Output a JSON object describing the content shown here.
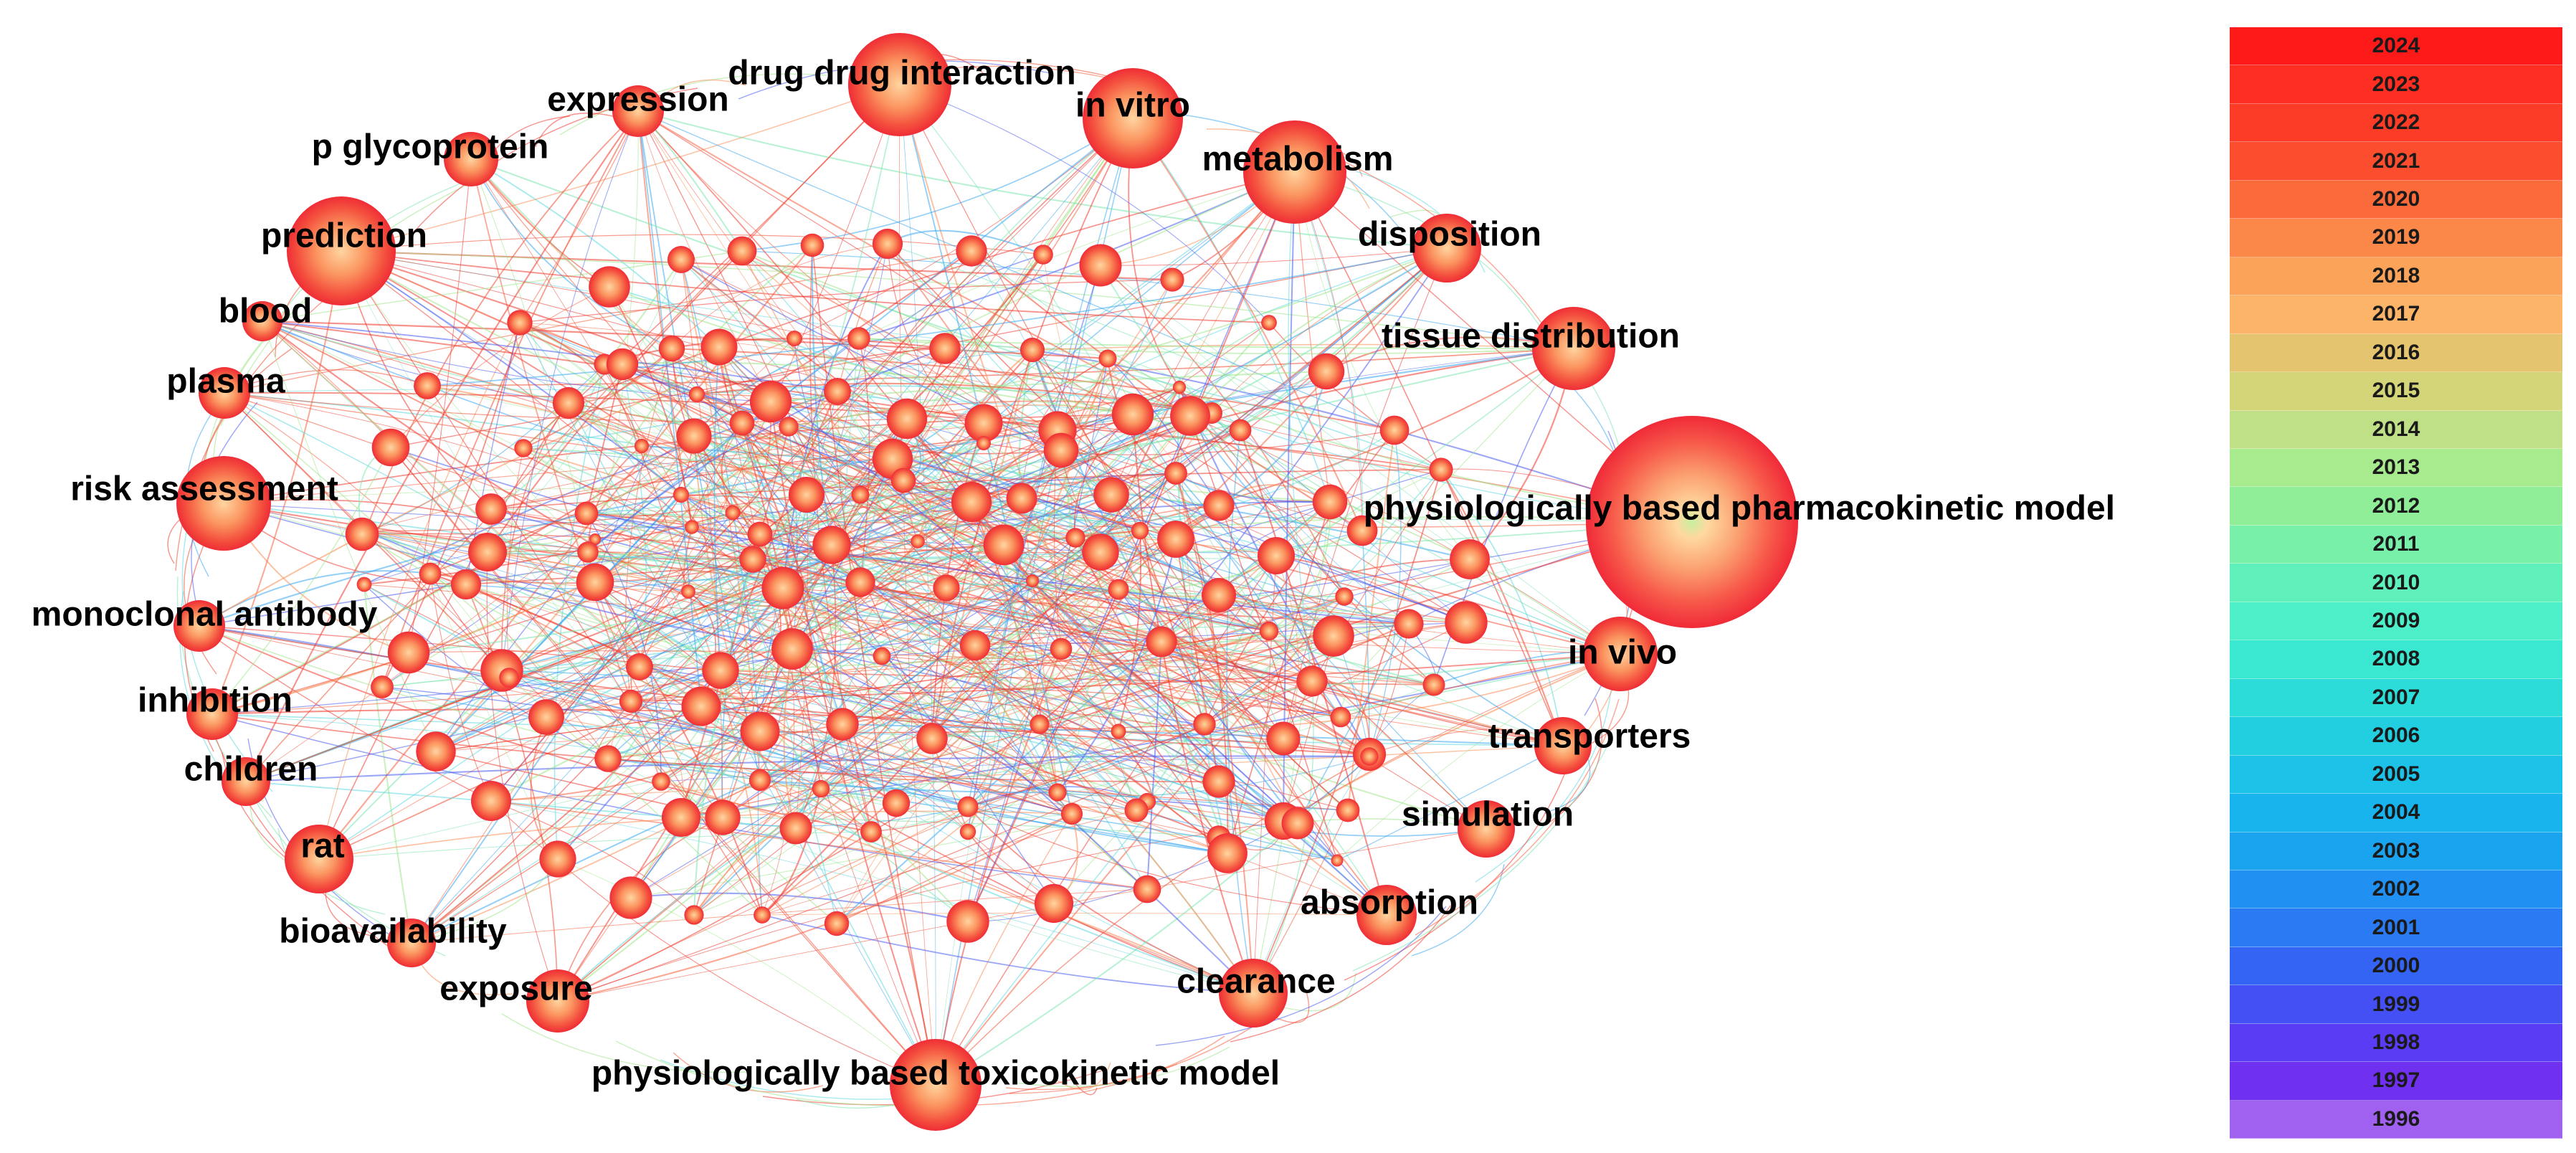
{
  "network": {
    "labeled_nodes": [
      {
        "id": "pbpk",
        "label": "physiologically based pharmacokinetic model",
        "weight": 1.0
      },
      {
        "id": "pbtk",
        "label": "physiologically based toxicokinetic model",
        "weight": 0.38
      },
      {
        "id": "ddi",
        "label": "drug drug interaction",
        "weight": 0.5
      },
      {
        "id": "invitro",
        "label": "in vitro",
        "weight": 0.46
      },
      {
        "id": "metabolism",
        "label": "metabolism",
        "weight": 0.46
      },
      {
        "id": "prediction",
        "label": "prediction",
        "weight": 0.46
      },
      {
        "id": "risk",
        "label": "risk assessment",
        "weight": 0.42
      },
      {
        "id": "tissue",
        "label": "tissue distribution",
        "weight": 0.36
      },
      {
        "id": "invivo",
        "label": "in vivo",
        "weight": 0.34
      },
      {
        "id": "clearance",
        "label": "clearance",
        "weight": 0.32
      },
      {
        "id": "disposition",
        "label": "disposition",
        "weight": 0.3
      },
      {
        "id": "rat",
        "label": "rat",
        "weight": 0.32
      },
      {
        "id": "exposure",
        "label": "exposure",
        "weight": 0.3
      },
      {
        "id": "absorption",
        "label": "absorption",
        "weight": 0.28
      },
      {
        "id": "simulation",
        "label": "simulation",
        "weight": 0.28
      },
      {
        "id": "transporters",
        "label": "transporters",
        "weight": 0.26
      },
      {
        "id": "expression",
        "label": "expression",
        "weight": 0.24
      },
      {
        "id": "pgp",
        "label": "p glycoprotein",
        "weight": 0.26
      },
      {
        "id": "monoclonal",
        "label": "monoclonal antibody",
        "weight": 0.24
      },
      {
        "id": "inhibition",
        "label": "inhibition",
        "weight": 0.24
      },
      {
        "id": "children",
        "label": "children",
        "weight": 0.22
      },
      {
        "id": "bioavailability",
        "label": "bioavailability",
        "weight": 0.24
      },
      {
        "id": "plasma",
        "label": "plasma",
        "weight": 0.22
      },
      {
        "id": "blood",
        "label": "blood",
        "weight": 0.2
      }
    ]
  },
  "legend": {
    "years": [
      "2024",
      "2023",
      "2022",
      "2021",
      "2020",
      "2019",
      "2018",
      "2017",
      "2016",
      "2015",
      "2014",
      "2013",
      "2012",
      "2011",
      "2010",
      "2009",
      "2008",
      "2007",
      "2006",
      "2005",
      "2004",
      "2003",
      "2002",
      "2001",
      "2000",
      "1999",
      "1998",
      "1997",
      "1996"
    ],
    "colors": [
      "#ff1a1a",
      "#fe2e22",
      "#fd3c28",
      "#fc4d2e",
      "#fb6a3b",
      "#fb8848",
      "#fca35a",
      "#fcb468",
      "#e4c46e",
      "#d4d478",
      "#bfe086",
      "#a8ea8e",
      "#90ee98",
      "#78f0aa",
      "#60f0bc",
      "#4cefc8",
      "#3ae8d2",
      "#2cdcd8",
      "#22cfe0",
      "#1cc2e8",
      "#18b4ee",
      "#1aa4f0",
      "#2090f2",
      "#2a7af4",
      "#3464f4",
      "#4450f4",
      "#5a3cf4",
      "#7030f0",
      "#a060f0"
    ]
  },
  "colors": {
    "node_core": "#ffcc99",
    "node_ring_outer": "#f2333d",
    "label": "#000000"
  }
}
